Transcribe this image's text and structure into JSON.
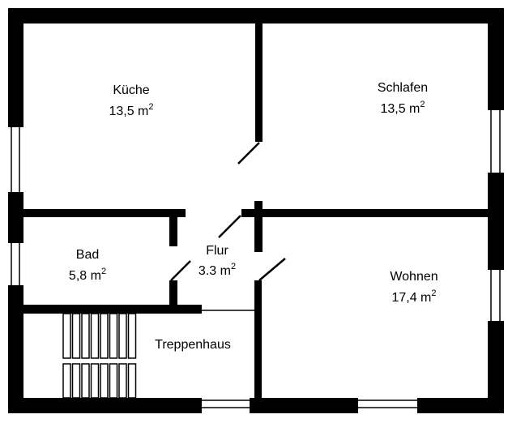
{
  "plan": {
    "rooms": [
      {
        "id": "kueche",
        "name": "Küche",
        "area": "13,5 m",
        "sup": "2"
      },
      {
        "id": "schlafen",
        "name": "Schlafen",
        "area": "13,5 m",
        "sup": "2"
      },
      {
        "id": "bad",
        "name": "Bad",
        "area": "5,8 m",
        "sup": "2"
      },
      {
        "id": "flur",
        "name": "Flur",
        "area": "3.3 m",
        "sup": "2"
      },
      {
        "id": "wohnen",
        "name": "Wohnen",
        "area": "17,4 m",
        "sup": "2"
      },
      {
        "id": "treppenhaus",
        "name": "Treppenhaus"
      }
    ],
    "colors": {
      "wall": "#000000",
      "background": "#ffffff"
    }
  }
}
